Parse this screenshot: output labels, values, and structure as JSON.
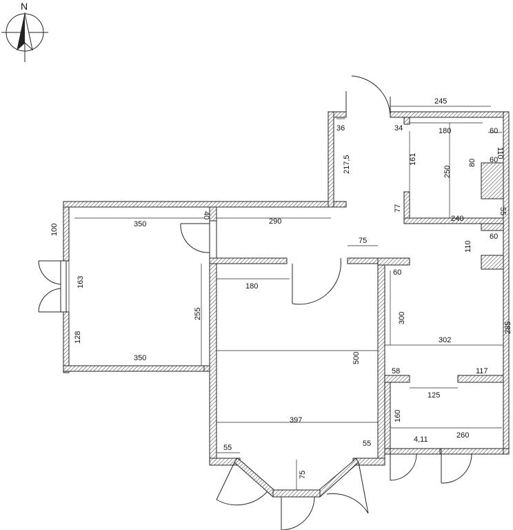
{
  "compass": {
    "label": "N"
  },
  "dimensions": {
    "d245": "245",
    "d36": "36",
    "d34": "34",
    "d180a": "180",
    "d60a": "60",
    "d110a": "110",
    "d60b": "60",
    "d217": "217,5",
    "d161": "161",
    "d250": "250",
    "d80": "80",
    "d77": "77",
    "d55a": "55",
    "d240": "240",
    "d100": "100",
    "d350a": "350",
    "d40": "40",
    "d290": "290",
    "d110b": "110",
    "d60c": "60",
    "d75a": "75",
    "d163": "163",
    "d180b": "180",
    "d60d": "60",
    "d255": "255",
    "d300": "300",
    "d285": "285",
    "d302": "302",
    "d500": "500",
    "d128": "128",
    "d350b": "350",
    "d58": "58",
    "d117": "117",
    "d125": "125",
    "d160": "160",
    "d397": "397",
    "d411": "4,11",
    "d260": "260",
    "d55b": "55",
    "d55c": "55",
    "d75b": "75"
  }
}
